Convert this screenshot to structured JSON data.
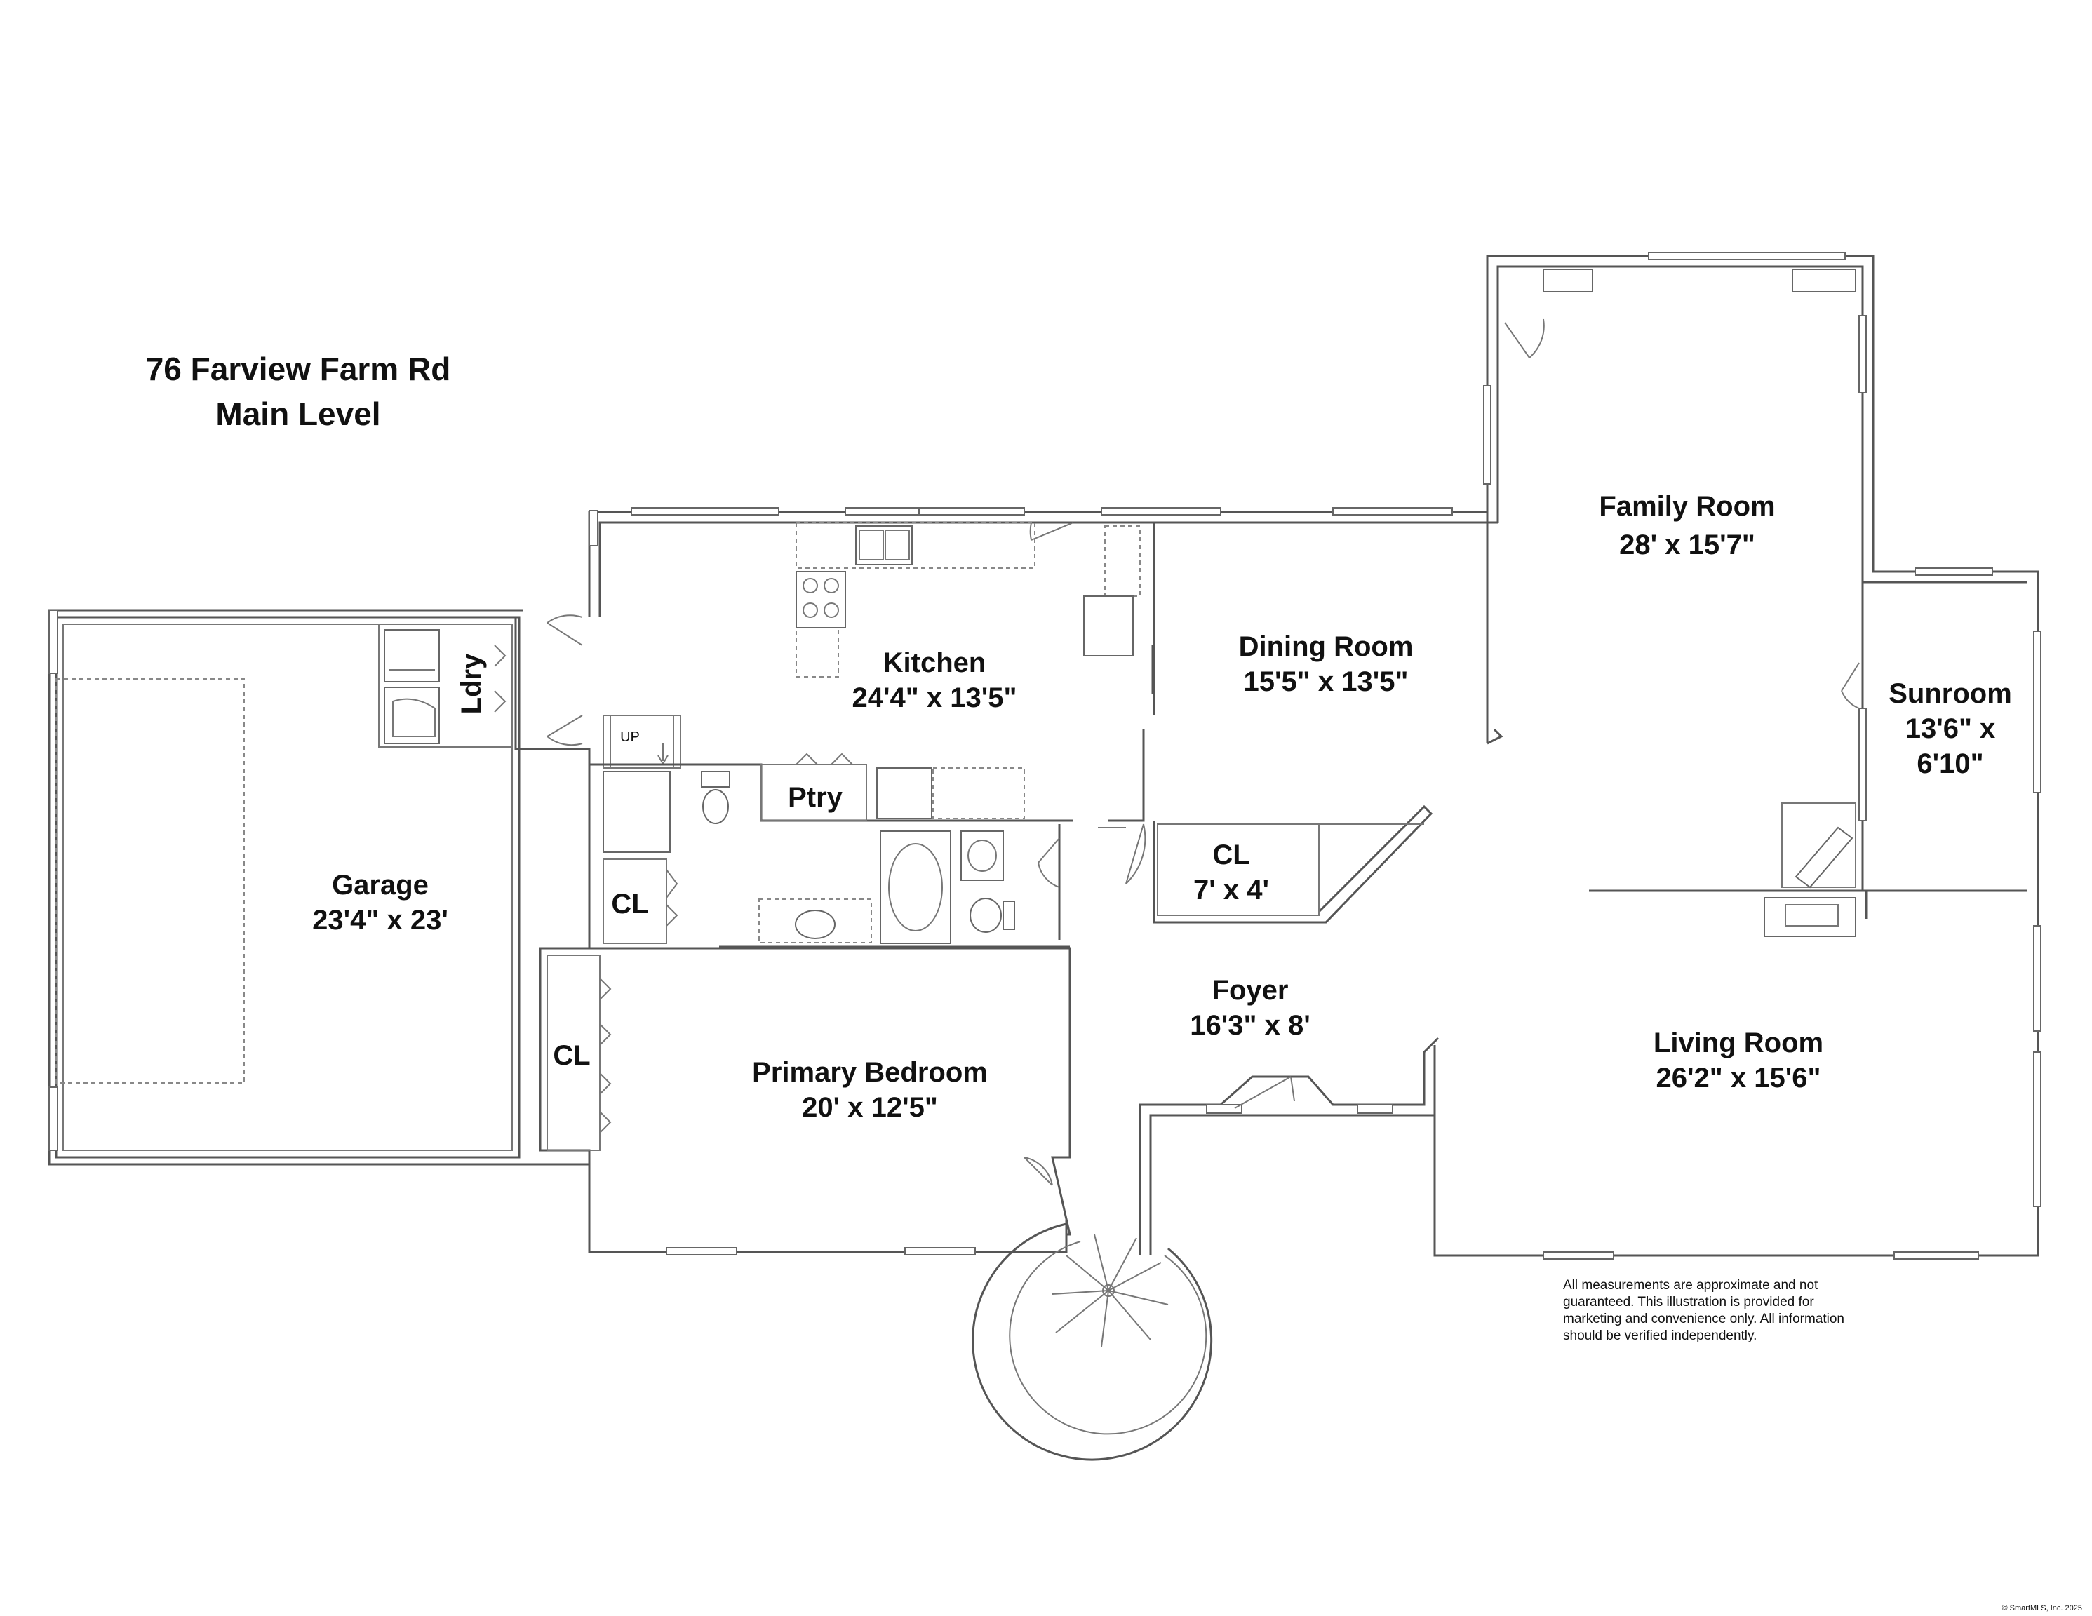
{
  "header": {
    "address": "76 Farview Farm Rd",
    "level": "Main Level"
  },
  "rooms": {
    "family_room": {
      "name": "Family Room",
      "dims": "28' x 15'7\""
    },
    "dining_room": {
      "name": "Dining Room",
      "dims": "15'5\" x 13'5\""
    },
    "kitchen": {
      "name": "Kitchen",
      "dims": "24'4\" x 13'5\""
    },
    "sunroom": {
      "name": "Sunroom",
      "dims_line1": "13'6\" x",
      "dims_line2": "6'10\""
    },
    "garage": {
      "name": "Garage",
      "dims": "23'4\" x 23'"
    },
    "ldry": {
      "name": "Ldry"
    },
    "ptry": {
      "name": "Ptry"
    },
    "hall_closet": {
      "name": "CL",
      "dims": "7' x 4'"
    },
    "bath_closet": {
      "name": "CL"
    },
    "bedroom_closet": {
      "name": "CL"
    },
    "foyer": {
      "name": "Foyer",
      "dims": "16'3\" x 8'"
    },
    "living_room": {
      "name": "Living Room",
      "dims": "26'2\" x 15'6\""
    },
    "primary_bedroom": {
      "name": "Primary Bedroom",
      "dims": "20' x 12'5\""
    }
  },
  "stairs": {
    "label": "UP"
  },
  "disclaimer": {
    "line1": "All measurements are approximate and not",
    "line2": "guaranteed. This illustration is provided for",
    "line3": "marketing and convenience only. All information",
    "line4": "should be verified independently."
  },
  "copyright": "© SmartMLS, Inc. 2025"
}
